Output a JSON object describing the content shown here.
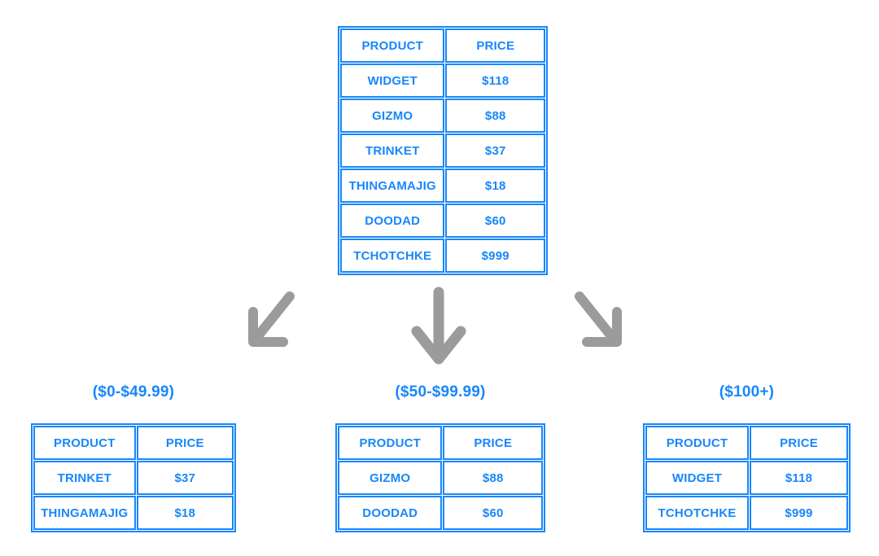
{
  "page": {
    "background_color": "#ffffff",
    "accent_blue": "#1787fb",
    "arrow_gray": "#9b9b9b"
  },
  "main_table": {
    "headers": [
      "PRODUCT",
      "PRICE"
    ],
    "rows": [
      [
        "WIDGET",
        "$118"
      ],
      [
        "GIZMO",
        "$88"
      ],
      [
        "TRINKET",
        "$37"
      ],
      [
        "THINGAMAJIG",
        "$18"
      ],
      [
        "DOODAD",
        "$60"
      ],
      [
        "TCHOTCHKE",
        "$999"
      ]
    ]
  },
  "arrows": [
    {
      "name": "arrow-down-left-icon"
    },
    {
      "name": "arrow-down-icon"
    },
    {
      "name": "arrow-down-right-icon"
    }
  ],
  "groups": [
    {
      "label": "($0-$49.99)",
      "headers": [
        "PRODUCT",
        "PRICE"
      ],
      "rows": [
        [
          "TRINKET",
          "$37"
        ],
        [
          "THINGAMAJIG",
          "$18"
        ]
      ]
    },
    {
      "label": "($50-$99.99)",
      "headers": [
        "PRODUCT",
        "PRICE"
      ],
      "rows": [
        [
          "GIZMO",
          "$88"
        ],
        [
          "DOODAD",
          "$60"
        ]
      ]
    },
    {
      "label": "($100+)",
      "headers": [
        "PRODUCT",
        "PRICE"
      ],
      "rows": [
        [
          "WIDGET",
          "$118"
        ],
        [
          "TCHOTCHKE",
          "$999"
        ]
      ]
    }
  ]
}
